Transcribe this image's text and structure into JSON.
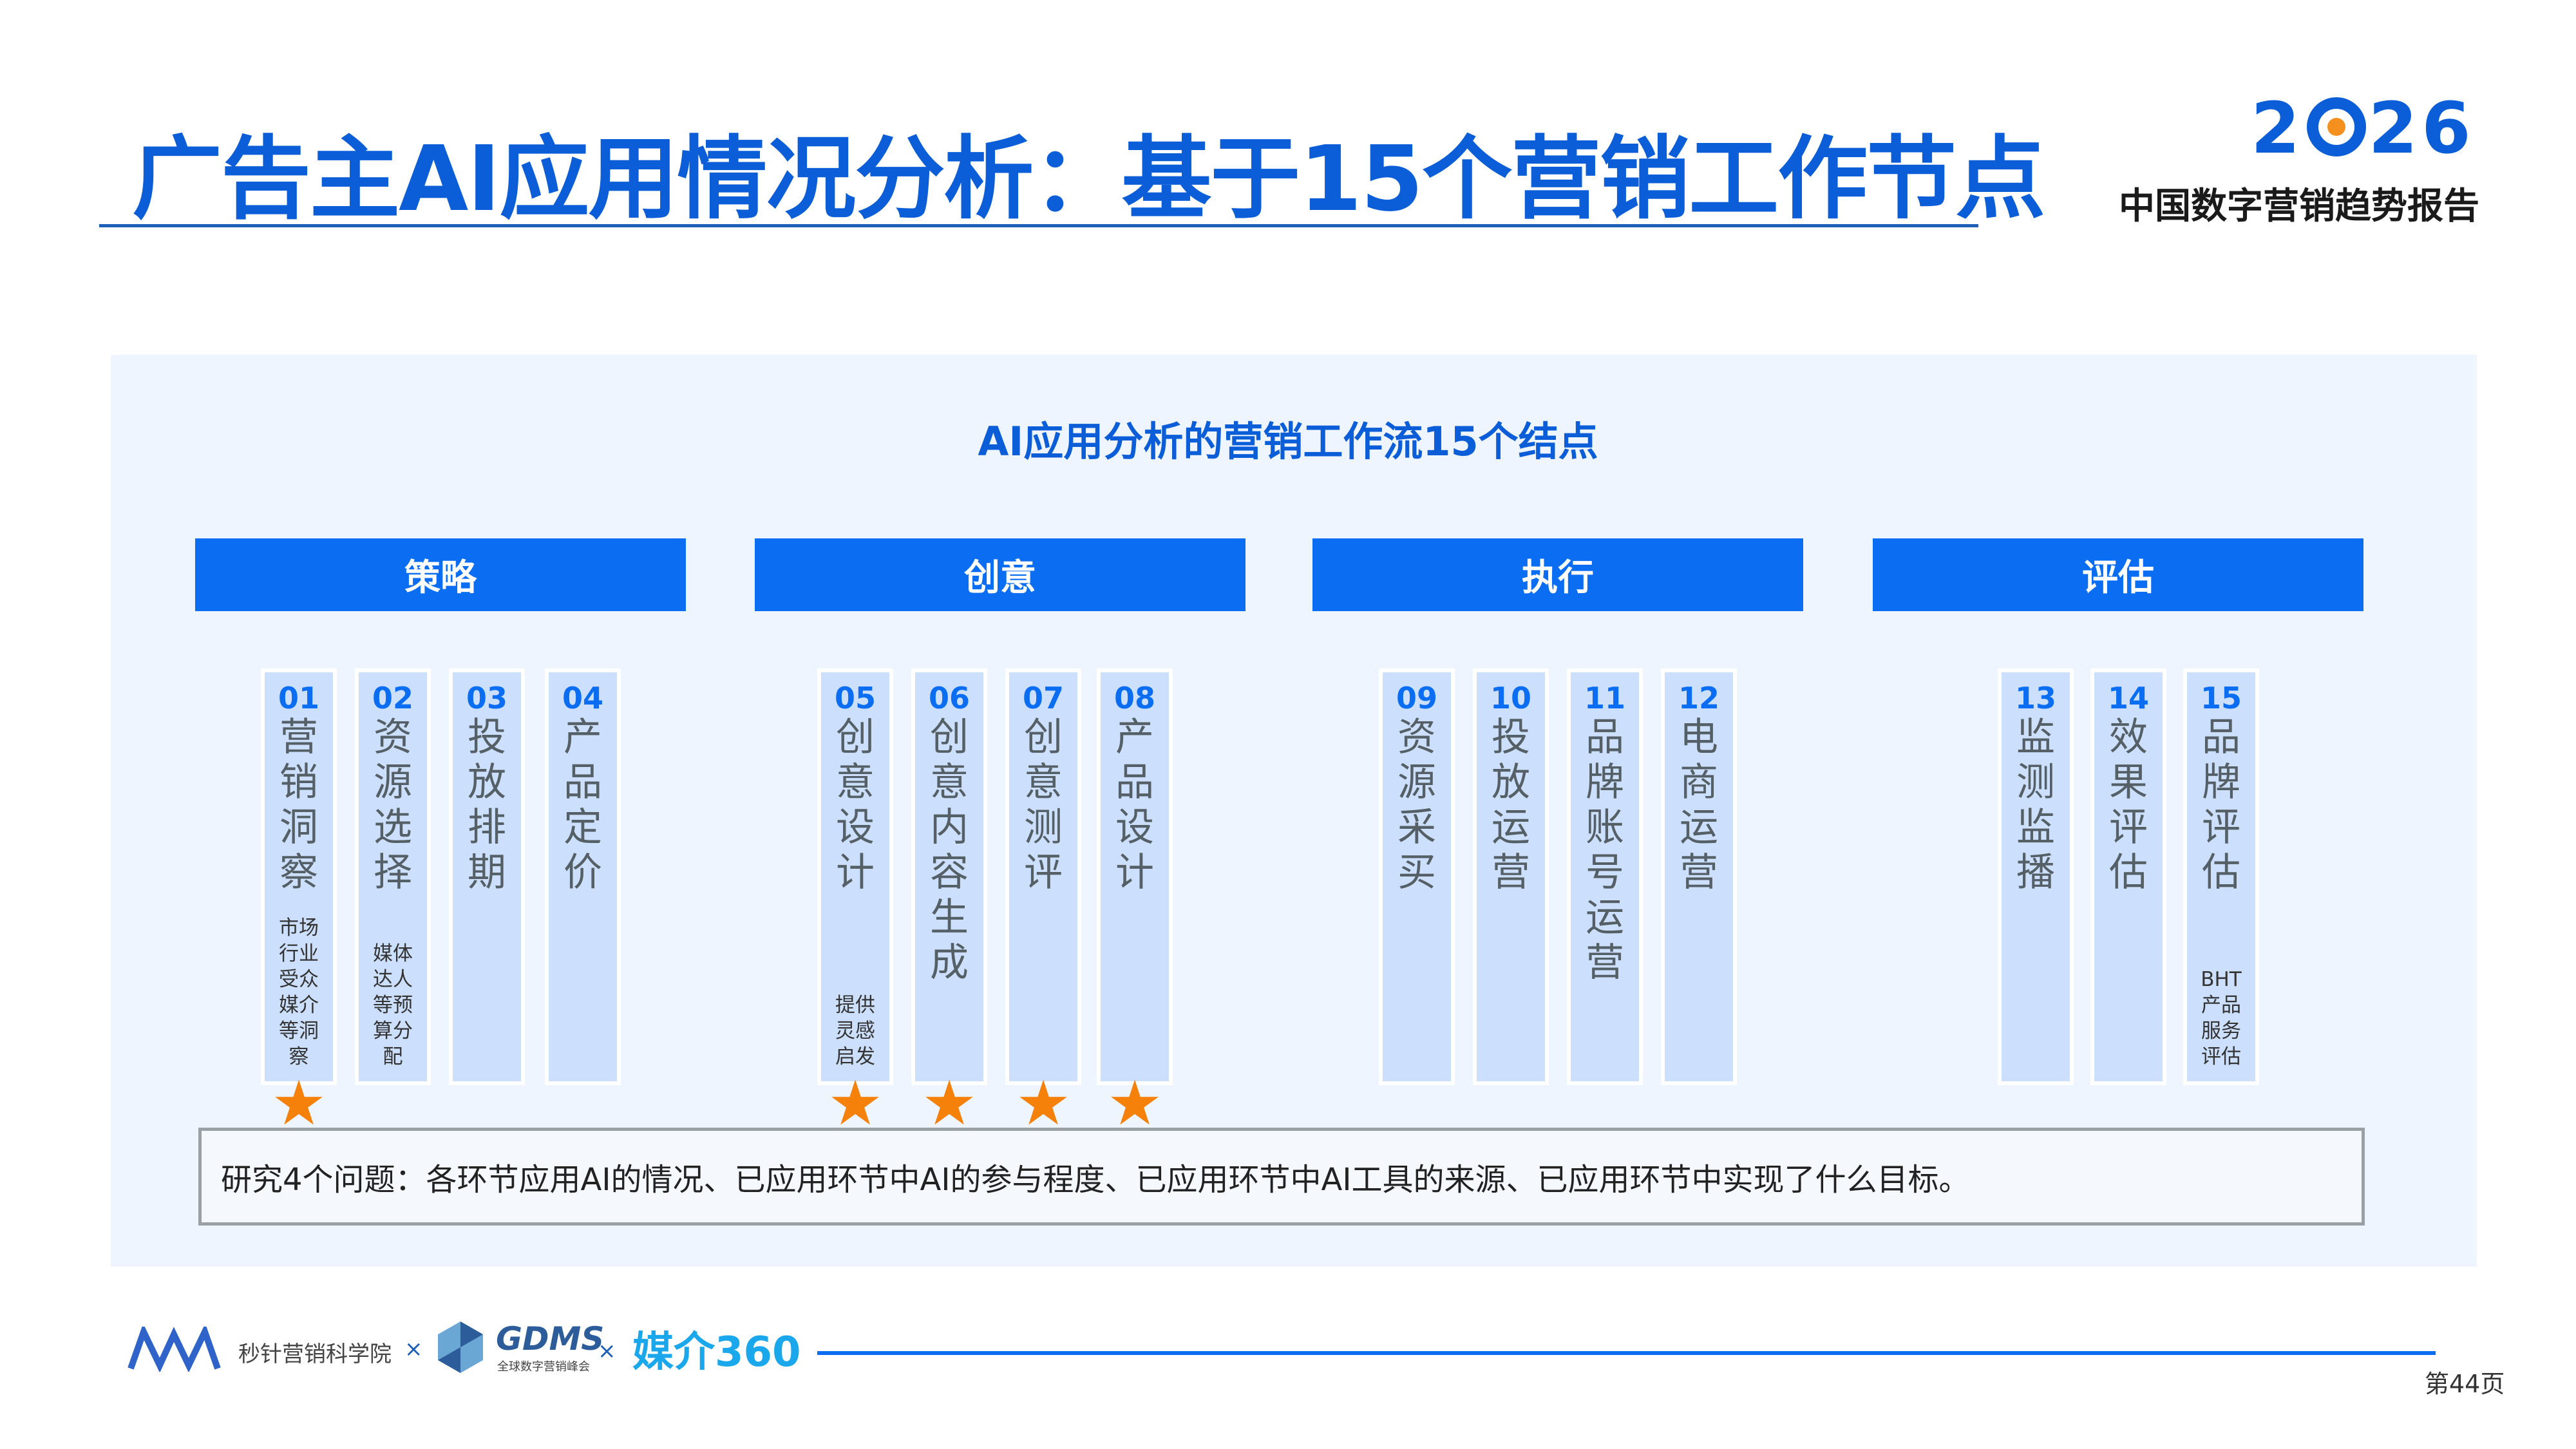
{
  "header": {
    "title": "广告主AI应用情况分析：基于15个营销工作节点",
    "logo_year_left": "2",
    "logo_year_right": "26",
    "logo_subtitle": "中国数字营销趋势报告"
  },
  "panel": {
    "title": "AI应用分析的营销工作流15个结点",
    "categories": [
      "策略",
      "创意",
      "执行",
      "评估"
    ],
    "nodes": [
      {
        "num": "01",
        "label": "营销洞察",
        "note": "市场行业受众媒介等洞察",
        "star": true
      },
      {
        "num": "02",
        "label": "资源选择",
        "note": "媒体达人等预算分配",
        "star": false
      },
      {
        "num": "03",
        "label": "投放排期",
        "note": "",
        "star": false
      },
      {
        "num": "04",
        "label": "产品定价",
        "note": "",
        "star": false
      },
      {
        "num": "05",
        "label": "创意设计",
        "note": "提供灵感启发",
        "star": true
      },
      {
        "num": "06",
        "label": "创意内容生成",
        "note": "",
        "star": true
      },
      {
        "num": "07",
        "label": "创意测评",
        "note": "",
        "star": true
      },
      {
        "num": "08",
        "label": "产品设计",
        "note": "",
        "star": true
      },
      {
        "num": "09",
        "label": "资源采买",
        "note": "",
        "star": false
      },
      {
        "num": "10",
        "label": "投放运营",
        "note": "",
        "star": false
      },
      {
        "num": "11",
        "label": "品牌账号运营",
        "note": "",
        "star": false
      },
      {
        "num": "12",
        "label": "电商运营",
        "note": "",
        "star": false
      },
      {
        "num": "13",
        "label": "监测监播",
        "note": "",
        "star": false
      },
      {
        "num": "14",
        "label": "效果评估",
        "note": "",
        "star": false
      },
      {
        "num": "15",
        "label": "品牌评估",
        "note": "BHT产品服务评估",
        "star": false
      }
    ],
    "question": "研究4个问题：各环节应用AI的情况、已应用环节中AI的参与程度、已应用环节中AI工具的来源、已应用环节中实现了什么目标。"
  },
  "footer": {
    "partner1": "秒针营销科学院",
    "sep": "×",
    "partner2": "GDMS",
    "partner2_sub": "全球数字营销峰会",
    "partner3": "媒介360",
    "page": "第44页"
  },
  "colors": {
    "accent": "#0b6ef2",
    "star": "#f5800a",
    "column": "#cce0fd"
  }
}
